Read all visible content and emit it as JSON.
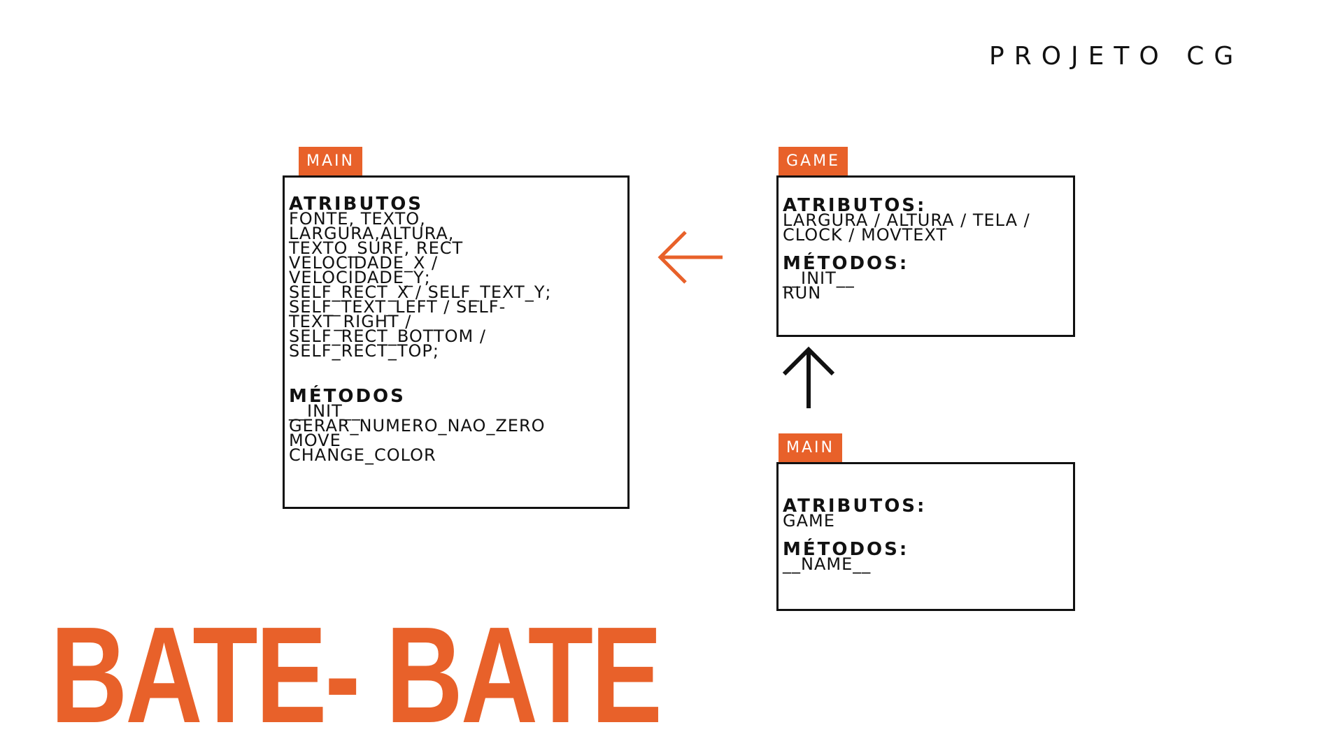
{
  "header": {
    "project_title": "PROJETO CG"
  },
  "main_box": {
    "tag": "MAIN",
    "attributes_heading": "ATRIBUTOS",
    "attributes": [
      "FONTE, TEXTO,",
      "LARGURA,ALTURA,",
      "TEXTO_SURF, RECT",
      "VELOCIDADE_X /",
      "VELOCIDADE_Y;",
      "SELF_RECT_X / SELF_TEXT_Y;",
      "SELF_TEXT_LEFT / SELF-",
      "TEXT_RIGHT /",
      "SELF_RECT_BOTTOM /",
      "SELF_RECT_TOP;"
    ],
    "methods_heading": "MÉTODOS",
    "methods": [
      "__INIT__",
      "GERAR_NUMERO_NAO_ZERO",
      "MOVE",
      "CHANGE_COLOR"
    ]
  },
  "game_box": {
    "tag": "GAME",
    "attributes_heading": "ATRIBUTOS:",
    "attributes": [
      "LARGURA / ALTURA / TELA /",
      "CLOCK / MOVTEXT"
    ],
    "methods_heading": "MÉTODOS:",
    "methods": [
      "__INIT__",
      "RUN"
    ]
  },
  "main2_box": {
    "tag": "MAIN",
    "attributes_heading": "ATRIBUTOS:",
    "attributes": [
      "GAME"
    ],
    "methods_heading": "MÉTODOS:",
    "methods": [
      "__NAME__"
    ]
  },
  "footer": {
    "big_title": "BATE- BATE"
  },
  "colors": {
    "accent": "#e8612a",
    "ink": "#111111",
    "background": "#ffffff"
  },
  "icons": {
    "left_arrow": "arrow-left-icon",
    "up_arrow": "arrow-up-icon"
  }
}
